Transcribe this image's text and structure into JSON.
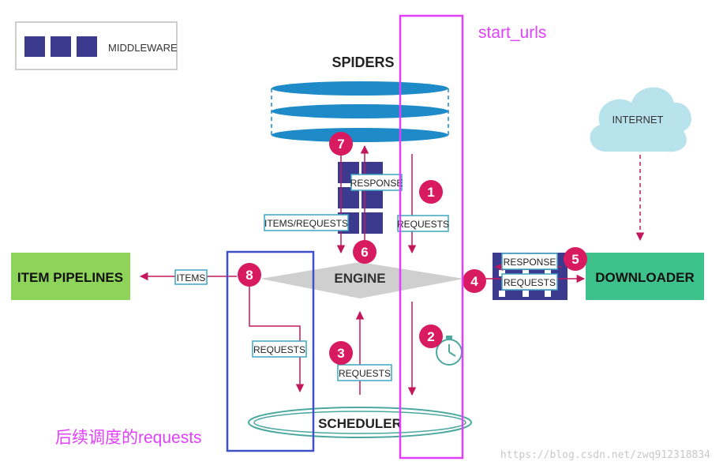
{
  "legend": {
    "label": "MIDDLEWARE",
    "swatch_color": "#3b3a8f"
  },
  "nodes": {
    "spiders": "SPIDERS",
    "engine": "ENGINE",
    "scheduler": "SCHEDULER",
    "downloader": "DOWNLOADER",
    "item_pipelines": "ITEM PIPELINES",
    "internet": "INTERNET"
  },
  "edge_labels": {
    "response_spider": "RESPONSE",
    "items_requests": "ITEMS/REQUESTS",
    "requests_1": "REQUESTS",
    "items": "ITEMS",
    "response_dl": "RESPONSE",
    "requests_dl": "REQUESTS",
    "requests_8": "REQUESTS",
    "requests_3": "REQUESTS"
  },
  "steps": [
    "1",
    "2",
    "3",
    "4",
    "5",
    "6",
    "7",
    "8"
  ],
  "annotations": {
    "start_urls": "start_urls",
    "later_requests": "后续调度的requests",
    "watermark": "https://blog.csdn.net/zwq912318834"
  },
  "colors": {
    "middleware": "#3b3a8f",
    "step_badge": "#d81b60",
    "arrow": "#c2185b",
    "engine": "#cfcfcf",
    "downloader": "#3ec28c",
    "item_pipelines": "#8fd45a",
    "spiders_fill": "#1e8ac8",
    "scheduler_ring": "#4aa89f",
    "internet": "#b9e3ec",
    "magenta_box": "#e040fb",
    "blue_box": "#3f51c9",
    "label_border": "#3ea6c4"
  }
}
